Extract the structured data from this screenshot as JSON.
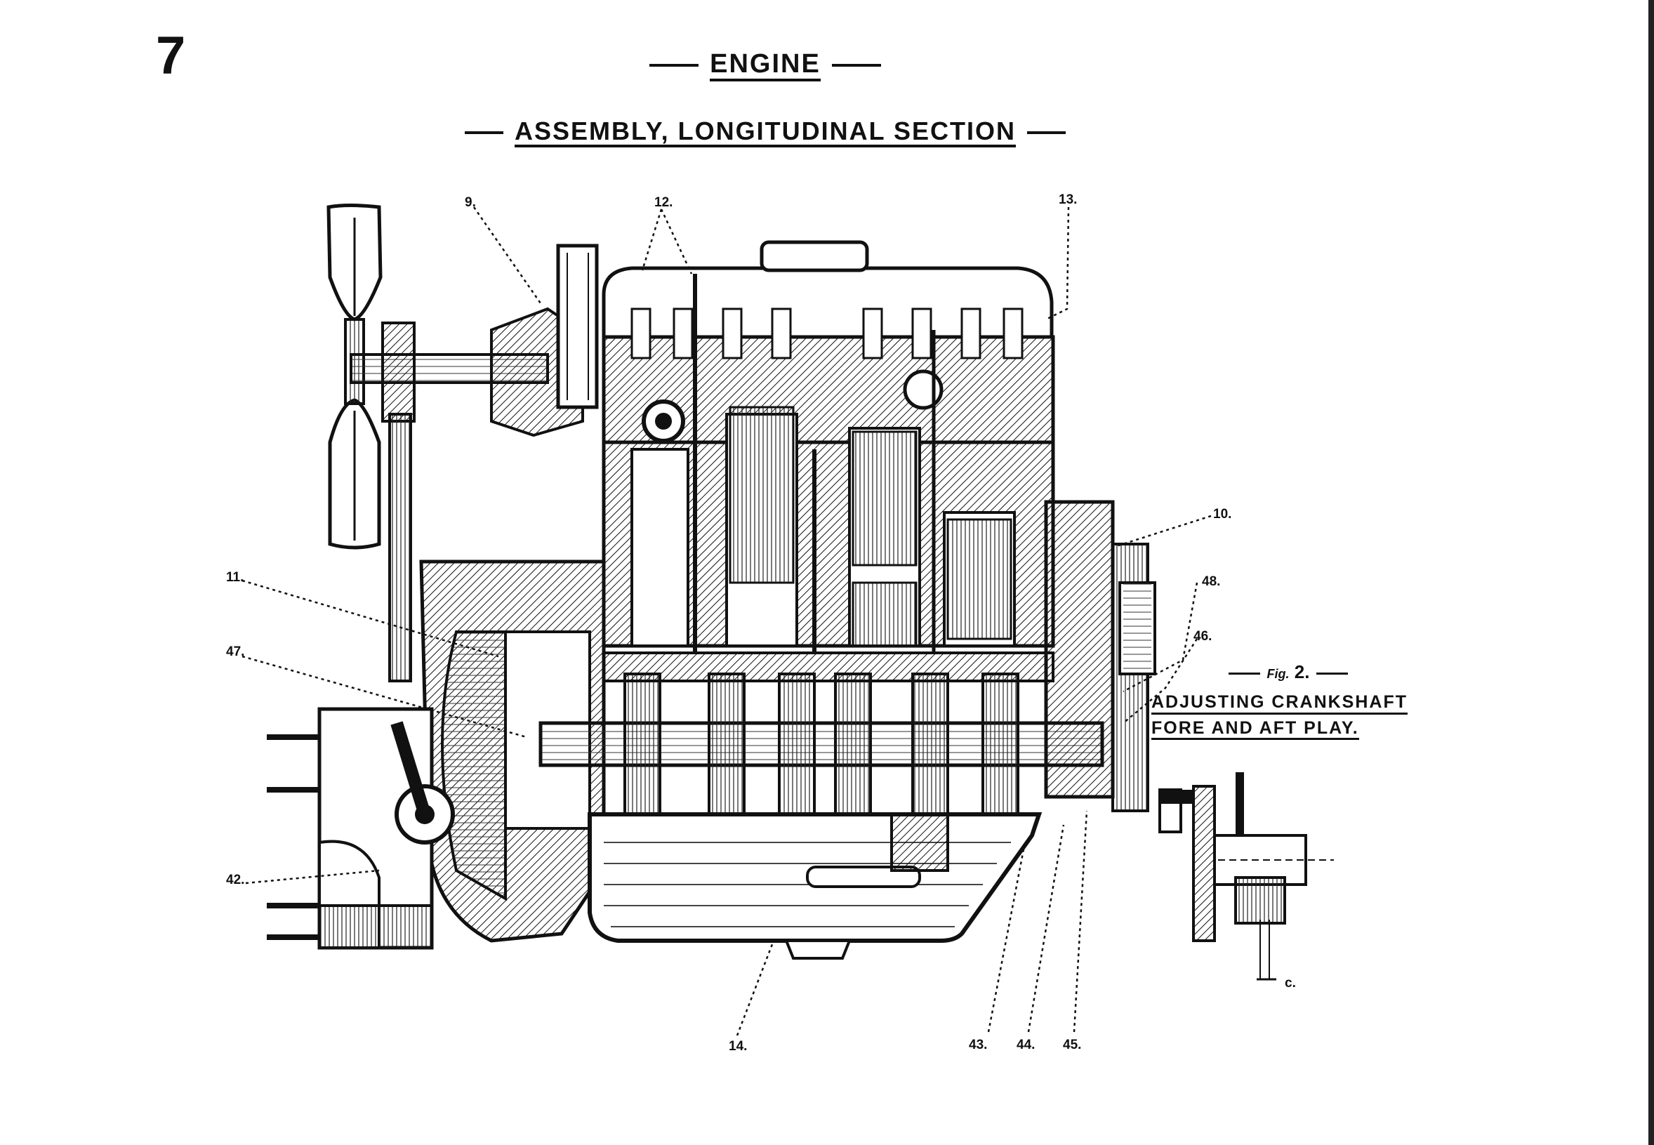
{
  "page": {
    "number": "7"
  },
  "titles": {
    "main": "ENGINE",
    "sub": "ASSEMBLY, LONGITUDINAL SECTION"
  },
  "callouts": {
    "c9": "9.",
    "c12": "12.",
    "c13": "13.",
    "c10": "10.",
    "c11": "11.",
    "c47": "47.",
    "c48": "48.",
    "c46": "46.",
    "c42": "42.",
    "c14": "14.",
    "c43": "43.",
    "c44": "44.",
    "c45": "45.",
    "cc": "c."
  },
  "figure2": {
    "label": "Fig.",
    "number": "2.",
    "caption_line1": "ADJUSTING CRANKSHAFT",
    "caption_line2": "FORE AND AFT PLAY."
  }
}
